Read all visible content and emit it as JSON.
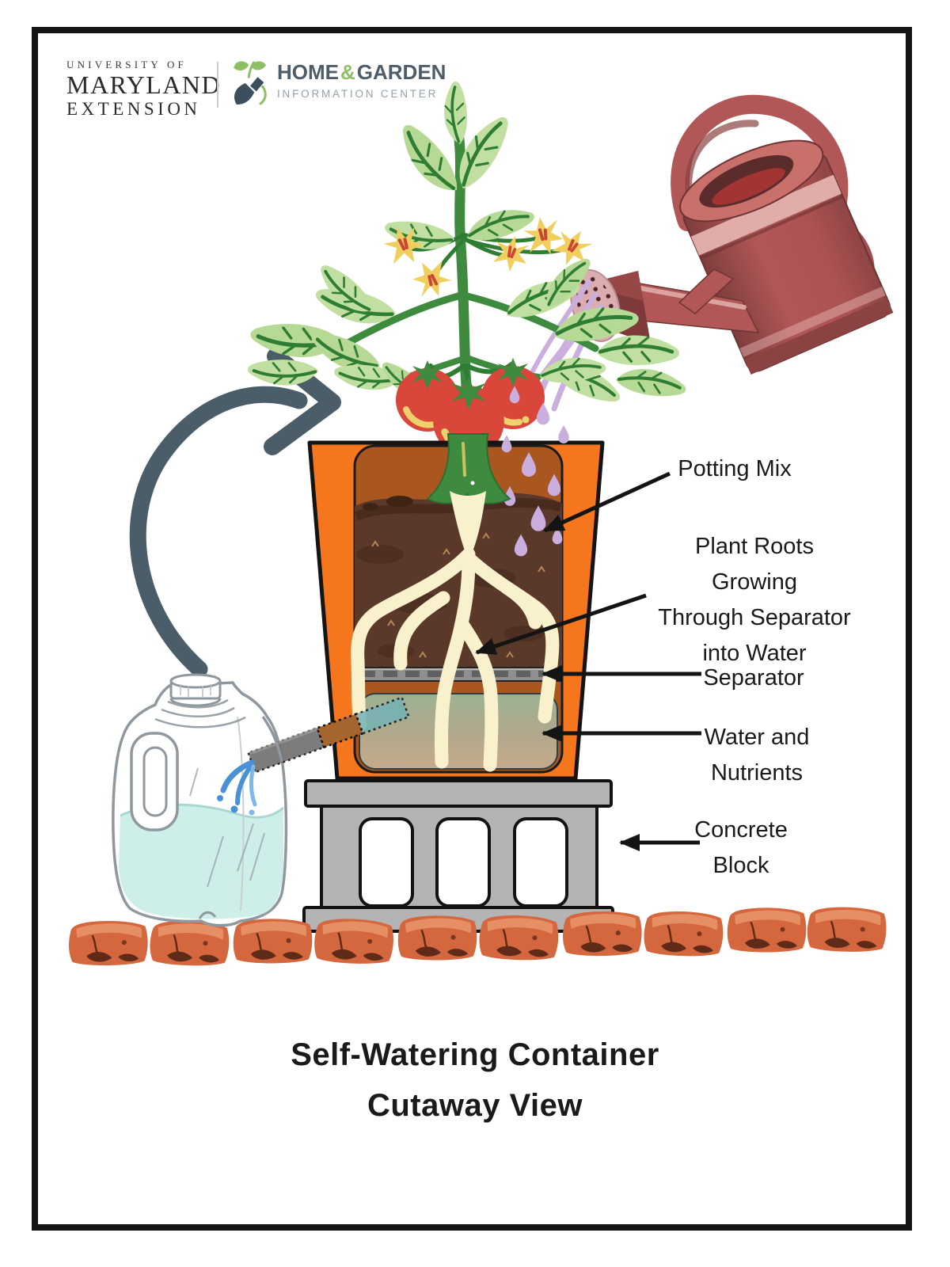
{
  "header": {
    "university_line": "UNIVERSITY OF",
    "maryland": "MARYLAND",
    "extension": "EXTENSION",
    "home": "HOME",
    "amp": "&",
    "garden": "GARDEN",
    "info_center": "INFORMATION CENTER"
  },
  "labels": {
    "potting_mix": "Potting Mix",
    "plant_roots": "Plant Roots Growing\nThrough Separator\ninto Water",
    "separator": "Separator",
    "water_nutrients": "Water and Nutrients",
    "concrete_block": "Concrete\nBlock"
  },
  "title": {
    "text": "Self-Watering Container\nCutaway View"
  },
  "icons": {
    "trowel-sprout-icon": "green sprout growing from dark garden trowel",
    "watering-can": "red watering can pouring from sprinkler rose",
    "tomato-plant": "tomato plant with flowers and three red tomatoes",
    "curved-arrow": "dark slate curved arrow from jug to plant",
    "orange-pot": "orange container with cutaway panel",
    "milk-jug": "translucent gallon jug half full of water",
    "feed-tube": "tube from jug through pot wall into reservoir",
    "concrete-block": "gray cinder block with three holes",
    "brick-row": "row of ten red bricks"
  },
  "colors": {
    "ink": "#141414",
    "text": "#1a1a1a",
    "divider": "#cccccc",
    "logo_green": "#8dc063",
    "logo_slate": "#4d5e6a",
    "logo_gray": "#93a1ab",
    "pot_orange": "#f5761c",
    "panel_brown": "#a9571e",
    "soil_brown": "#5a392b",
    "soil_dark": "#3a2014",
    "root_cream": "#f9f1cb",
    "separator_gray": "#8f8f8f",
    "water_top": "#9cb497",
    "water_bottom": "#c7ad8e",
    "concrete_gray": "#b4b4b4",
    "brick": "#d4673d",
    "brick_light": "#e89468",
    "brick_dark": "#5f2b18",
    "can_red": "#b25757",
    "can_dark": "#7e3d3d",
    "can_light": "#e4b2af",
    "can_opening": "#5c2b2b",
    "rose_pink": "#dbadb0",
    "stream_purple": "#c9aede",
    "leaf_green": "#c0dfa0",
    "vein_green": "#2f7d33",
    "stem_green": "#3e8b40",
    "flower_yellow": "#f1cf5f",
    "flower_red": "#cc4433",
    "tomato_red": "#d8473a",
    "tomato_shine": "#efd06c",
    "arrow_slate": "#4b5d68",
    "jug_line": "#8f989e",
    "jug_water": "#c8ece7",
    "splash_blue": "#4a90d4",
    "tube_gray": "#6a6a6a",
    "tube_brown": "#a4652e",
    "tube_teal": "#74b3b5"
  }
}
